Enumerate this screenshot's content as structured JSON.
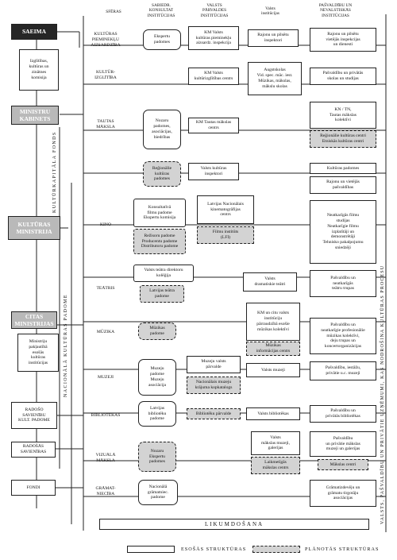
{
  "headers": {
    "spheres": "SFĒRAS",
    "advisory": "SABIEDR.\nKONSULTAT\nINSTITŪCIJAS",
    "state_mgmt": "VALSTS\nPĀRVALDES\nINSTITŪCIJAS",
    "state": "Valsts\ninstitūcijas",
    "municipal": "PAŠVALDĪBU UN\nNEVALSTISKĀS\nINSTITŪCIJAS"
  },
  "left": {
    "saeima": "SAEIMA",
    "commission": "Izglītības,\nkultūras un\nzinātnes\nkomisija",
    "cabinet": "MINISTRU\nKABINETS",
    "ministry": "KULTŪRAS\nMINISTRIJA",
    "other_ministries": "CITAS\nMINISTRIJAS",
    "subordinate": "Ministriju\npakļautībā\nesošās\nkultūras\ninstitūcijas",
    "radio_council": "RADOŠO\nSAVIENĪBU\nKULT. PADOME",
    "unions": "RADOŠĀS\nSAVIENĪBAS",
    "funds": "FONDI",
    "capital_fund": "KULTŪRKAPITĀLA FONDS",
    "national_council": "NACIONĀLĀ KULTŪRAS PADOME"
  },
  "spheres": [
    "KULTŪRAS\nPIEMINEKĻU\nAIZSARDZĪBA",
    "KULTŪR-\nIZGLĪTĪBA",
    "TAUTAS\nMĀKSLA",
    "KINO",
    "TEĀTRIS",
    "MŪZIKA",
    "MUZEJI",
    "BIBLIOTĒKAS",
    "VIZUĀLĀ\nMĀKSLA",
    "GRĀMAT-\nNIECĪBA"
  ],
  "cells": {
    "c1_adv": "Ekspertu\npadomes",
    "c1_mgmt": "KM Valsts\nkultūras pieminekļu\naizsardz. inspekcija",
    "c1_state": "Rajonu un pilsētu\ninspektori",
    "c1_mun": "Rajonu un pilsētu\nvietējās inspekcijas\nun dienesti",
    "c2_mgmt": "KM Valsts\nkultūrizglītības centrs",
    "c2_state": "Augstskolas\nVid. spec. māc. iest.\nMūzikas, mākslas,\nmākslu skolas",
    "c2_mun": "Pašvaldību un privātās\nskolas un studijas",
    "c3_adv": "Nozaru\npadomes,\nasociācijas,\nbiedrības",
    "c3_mgmt": "KM Tautas mākslas\ncentrs",
    "c3_mun": "KN / TN,\nTautas mākslas\nkolektīvi",
    "c3_mun_plan": "Reģionālie kultūras centri\nEtniskās kultūras centri",
    "c4_adv_plan": "Reģionālie\nkultūras\npadomes",
    "c4_mgmt": "Valsts kultūras\ninspektori",
    "c4_mun1": "Kultūras padomes",
    "c4_mun2": "Rajonu un vietējās\npašvaldības",
    "c5_adv": "Konsultatīvā\nfilmu padome\nEkspertu komisija",
    "c5_adv_plan": "Režisoru padome\nProducentu padome\nDistributoru padome",
    "c5_mgmt": "Latvijas Nacionālais\nkinematogrāfijas\ncentrs",
    "c5_mgmt_plan": "Filmu institūts\n(LFI)",
    "c5_mun": "Neatkarīgās filmu\nstudijas\nNeatkarīgie filmu\nizplatītāji un\ndemonstrētāji\nTehnisko pakalpojumu\nsniedzēji",
    "c6_adv": "Valsts teātra direktoru\nkolēģija",
    "c6_adv_plan": "Latvijas teātra\npadome",
    "c6_state": "Valsts\ndramatiskie teātri",
    "c6_mun": "Pašvaldību un\nneatkarīgās\nteātru trupas",
    "c7_adv_plan": "Mūzikas\npadome",
    "c7_state": "KM un citu valsts\ninstitūciju\npārraudzībā esošie\nmūzikas kolektīvi",
    "c7_state_plan": "Mūzikas\ninformācijas centrs",
    "c7_mun": "Pašvaldību un\nneatkarīgie profesionālie\nmūzikas kolektīvi,\ndeju trupas un\nkoncertorganizācijas",
    "c8_adv": "Muzeju\npadome\nMuzeju\nasociācija",
    "c8_mgmt": "Muzeju valsts\npārvalde",
    "c8_mgmt_plan": "Nacionālais muzeju\nkrājuma kopkatalogs",
    "c8_state": "Valsts muzeji",
    "c8_mun": "Pašvaldību, iestāžu,\nprivātie u.c. muzeji",
    "c9_adv": "Latvijas\nbibliotēku\npadome",
    "c9_mgmt_plan": "Bibliotēku pārvalde",
    "c9_state": "Valsts bibliotēkas",
    "c9_mun": "Pašvaldību un\nprivātās bibliotēkas",
    "c10_adv_plan": "Nozaru\nEkspertu\npadomes",
    "c10_state": "Valsts\nmākslas muzeji,\ngalerijas",
    "c10_state_plan": "Laikmetīgās\nmākslas centrs",
    "c10_mun": "Pašvaldību\nun privātie mākslas\nmuzeji un galerijas",
    "c10_mun_plan": "Mākslas centri",
    "c11_adv": "Nacionālā\ngrāmatniec.\npadome",
    "c11_mun": "Grāmatizdevēju un\ngrāmatu tirgotāju\nasociācijas"
  },
  "right_band": "VALSTS, PAŠVALDĪBU UN PRIVĀTIE UZŅĒMUMI, KAS NODROŠINA KULTŪRAS PROCESU",
  "law_band": "LIKUMDOŠANA",
  "legend": {
    "existing": "ESOŠĀS STRUKTŪRAS",
    "planned": "PLĀNOTĀS STRUKTŪRAS"
  }
}
